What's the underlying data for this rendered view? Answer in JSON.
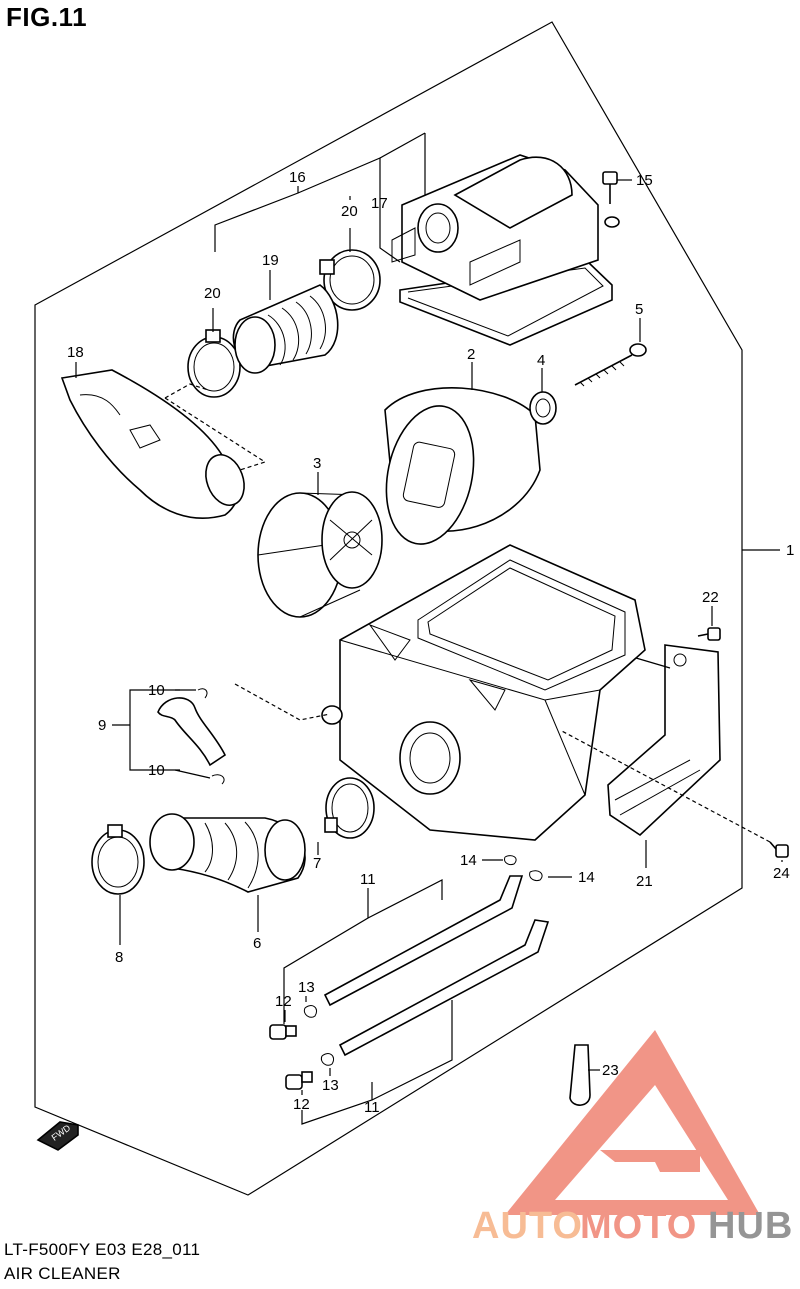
{
  "figure": {
    "title": "FIG.11",
    "model_code": "LT-F500FY E03 E28_011",
    "assembly_name": "AIR CLEANER",
    "fwd_marker": "FWD"
  },
  "callouts": [
    "1",
    "2",
    "3",
    "4",
    "5",
    "6",
    "7",
    "8",
    "9",
    "10",
    "10",
    "11",
    "11",
    "12",
    "12",
    "13",
    "13",
    "14",
    "14",
    "15",
    "16",
    "17",
    "18",
    "19",
    "20",
    "20",
    "21",
    "22",
    "23",
    "24"
  ],
  "watermark": {
    "text_part1": "AUTO",
    "text_part2": "MOTO",
    "text_part3": "HUB",
    "colors": {
      "triangle": "#f08a7a",
      "auto": "#f7b58a",
      "moto": "#f08a7a",
      "hub": "#8a8a8a"
    }
  }
}
